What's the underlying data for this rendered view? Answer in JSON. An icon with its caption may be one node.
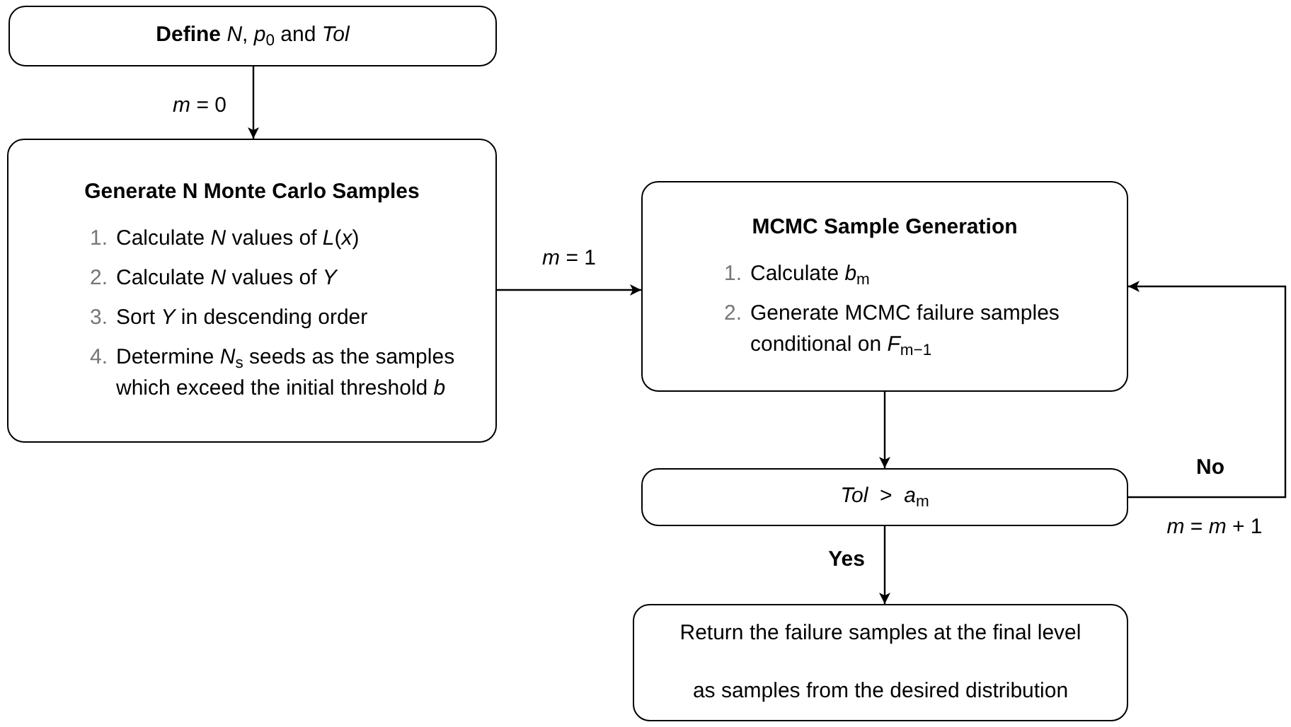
{
  "diagram": {
    "nodes": [
      {
        "text": [
          "**Define** *N*, *p*$_{0}$ and *Tol*"
        ]
      },
      {
        "text": [
          "Generate N Monte Carlo Samples",
          "1.",
          "Calculate *N* values of *L*(*x*)",
          "2.",
          "Calculate *N* values of *Y*",
          "3.",
          "Sort *Y* in descending order",
          "4.",
          "Determine *N*$_{s}$ seeds as the samples which exceed the initial threshold *b*"
        ]
      },
      {
        "text": [
          "MCMC Sample Generation",
          "1.",
          "Calculate *b*$_{m}$",
          "2.",
          "Generate MCMC failure samples conditional on *F*$_{m−1}$"
        ]
      },
      {
        "text": [
          "*Tol*  >  *a*$_{m}$"
        ]
      },
      {
        "text": [
          "Return the failure samples at the final level",
          "as samples from the desired distribution"
        ]
      }
    ],
    "edges": [
      {
        "from": 0,
        "to": 1,
        "arrow": "to",
        "label": "*m* = 0"
      },
      {
        "from": 1,
        "to": 2,
        "arrow": "to",
        "label": "*m* = 1"
      },
      {
        "from": 2,
        "to": 3,
        "arrow": "to"
      },
      {
        "from": 3,
        "to": 4,
        "arrow": "to",
        "label": "Yes"
      },
      {
        "from": 3,
        "to": 2,
        "arrow": "to",
        "label": "No"
      }
    ],
    "labels": [
      "*m* = *m* + 1"
    ]
  }
}
